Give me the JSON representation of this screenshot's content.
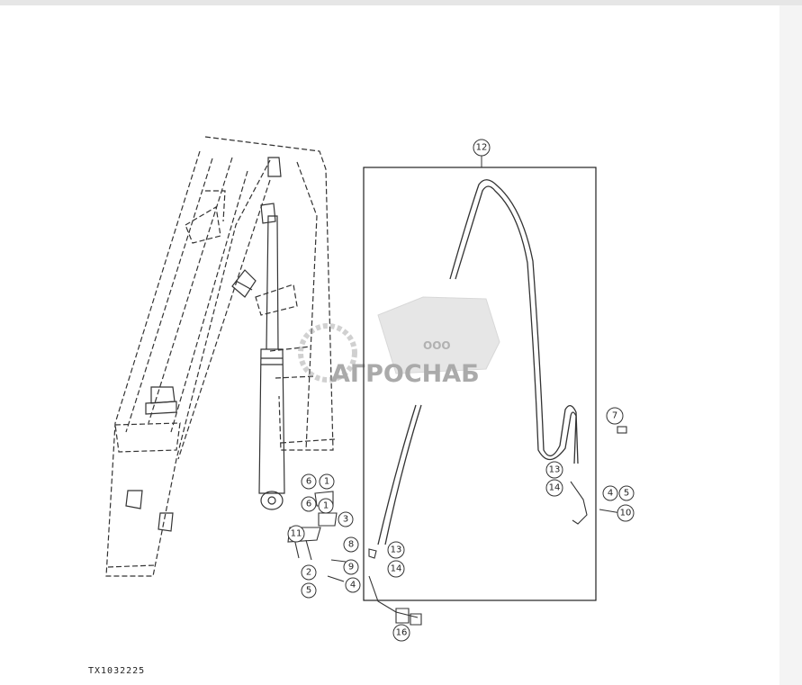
{
  "figure": {
    "id_label": "TX1032225"
  },
  "callouts": {
    "c12": "12",
    "c7": "7",
    "c13a": "13",
    "c14a": "14",
    "c4a": "4",
    "c5a": "5",
    "c10": "10",
    "c6a": "6",
    "c1a": "1",
    "c6b": "6",
    "c1b": "1",
    "c3": "3",
    "c11": "11",
    "c8": "8",
    "c2": "2",
    "c9": "9",
    "c5b": "5",
    "c4b": "4",
    "c13b": "13",
    "c14b": "14",
    "c16": "16"
  },
  "watermark": {
    "company_prefix": "ООО",
    "company_name": "АГРОСНАБ"
  }
}
